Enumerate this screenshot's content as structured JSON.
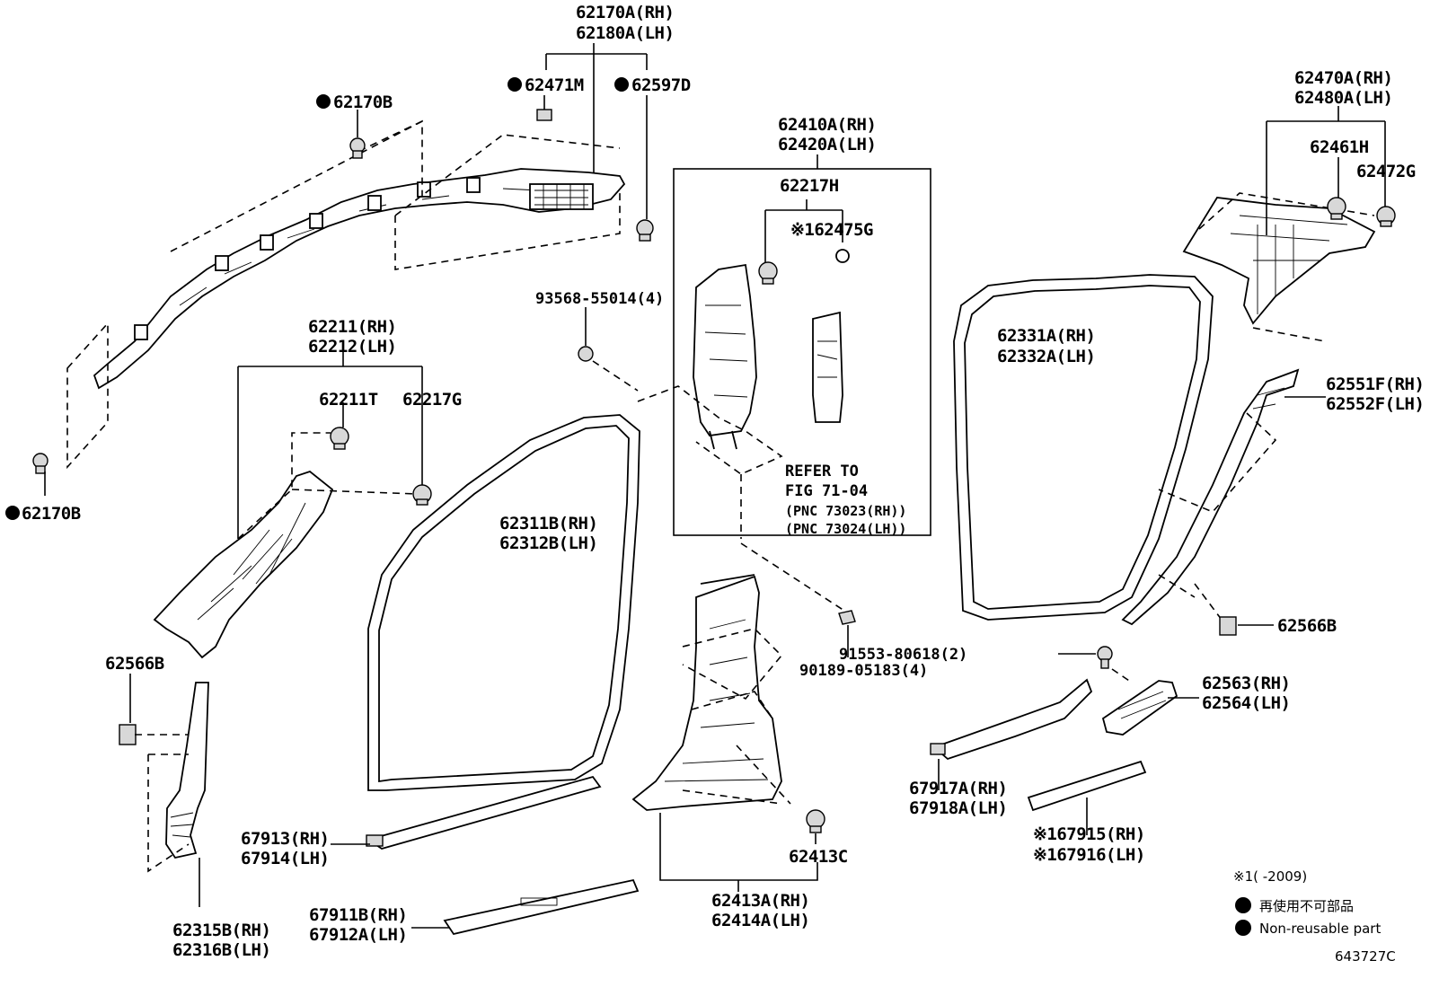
{
  "diagram": {
    "labels": {
      "l62170A_rh": "62170A(RH)",
      "l62180A_lh": "62180A(LH)",
      "l62471M": "62471M",
      "l62597D": "62597D",
      "l62170B_top": "62170B",
      "l62170B_bottom": "62170B",
      "l62410A_rh": "62410A(RH)",
      "l62420A_lh": "62420A(LH)",
      "l62217H": "62217H",
      "l62475G": "※162475G",
      "l93568": "93568-55014(4)",
      "l62211_rh": "62211(RH)",
      "l62212_lh": "62212(LH)",
      "l62211T": "62211T",
      "l62217G": "62217G",
      "l62311B_rh": "62311B(RH)",
      "l62312B_lh": "62312B(LH)",
      "refer1": "REFER TO",
      "refer2": "FIG 71-04",
      "refer3": "(PNC 73023(RH))",
      "refer4": "(PNC 73024(LH))",
      "l62470A_rh": "62470A(RH)",
      "l62480A_lh": "62480A(LH)",
      "l62461H": "62461H",
      "l62472G": "62472G",
      "l62331A_rh": "62331A(RH)",
      "l62332A_lh": "62332A(LH)",
      "l62551F_rh": "62551F(RH)",
      "l62552F_lh": "62552F(LH)",
      "l62566B_right": "62566B",
      "l62566B_left": "62566B",
      "l91553": "91553-80618(2)",
      "l90189": "90189-05183(4)",
      "l62563_rh": "62563(RH)",
      "l62564_lh": "62564(LH)",
      "l67917A_rh": "67917A(RH)",
      "l67918A_lh": "67918A(LH)",
      "l67913_rh": "67913(RH)",
      "l67914_lh": "67914(LH)",
      "l62413C": "62413C",
      "l67915_rh": "※167915(RH)",
      "l67916_lh": "※167916(LH)",
      "l62413A_rh": "62413A(RH)",
      "l62414A_lh": "62414A(LH)",
      "l67911B_rh": "67911B(RH)",
      "l67912A_lh": "67912A(LH)",
      "l62315B_rh": "62315B(RH)",
      "l62316B_lh": "62316B(LH)"
    },
    "legend": {
      "note": "※1(     -2009)",
      "non_reusable_jp": "再使用不可部品",
      "non_reusable_en": "Non-reusable part"
    },
    "figure_number": "643727C"
  }
}
